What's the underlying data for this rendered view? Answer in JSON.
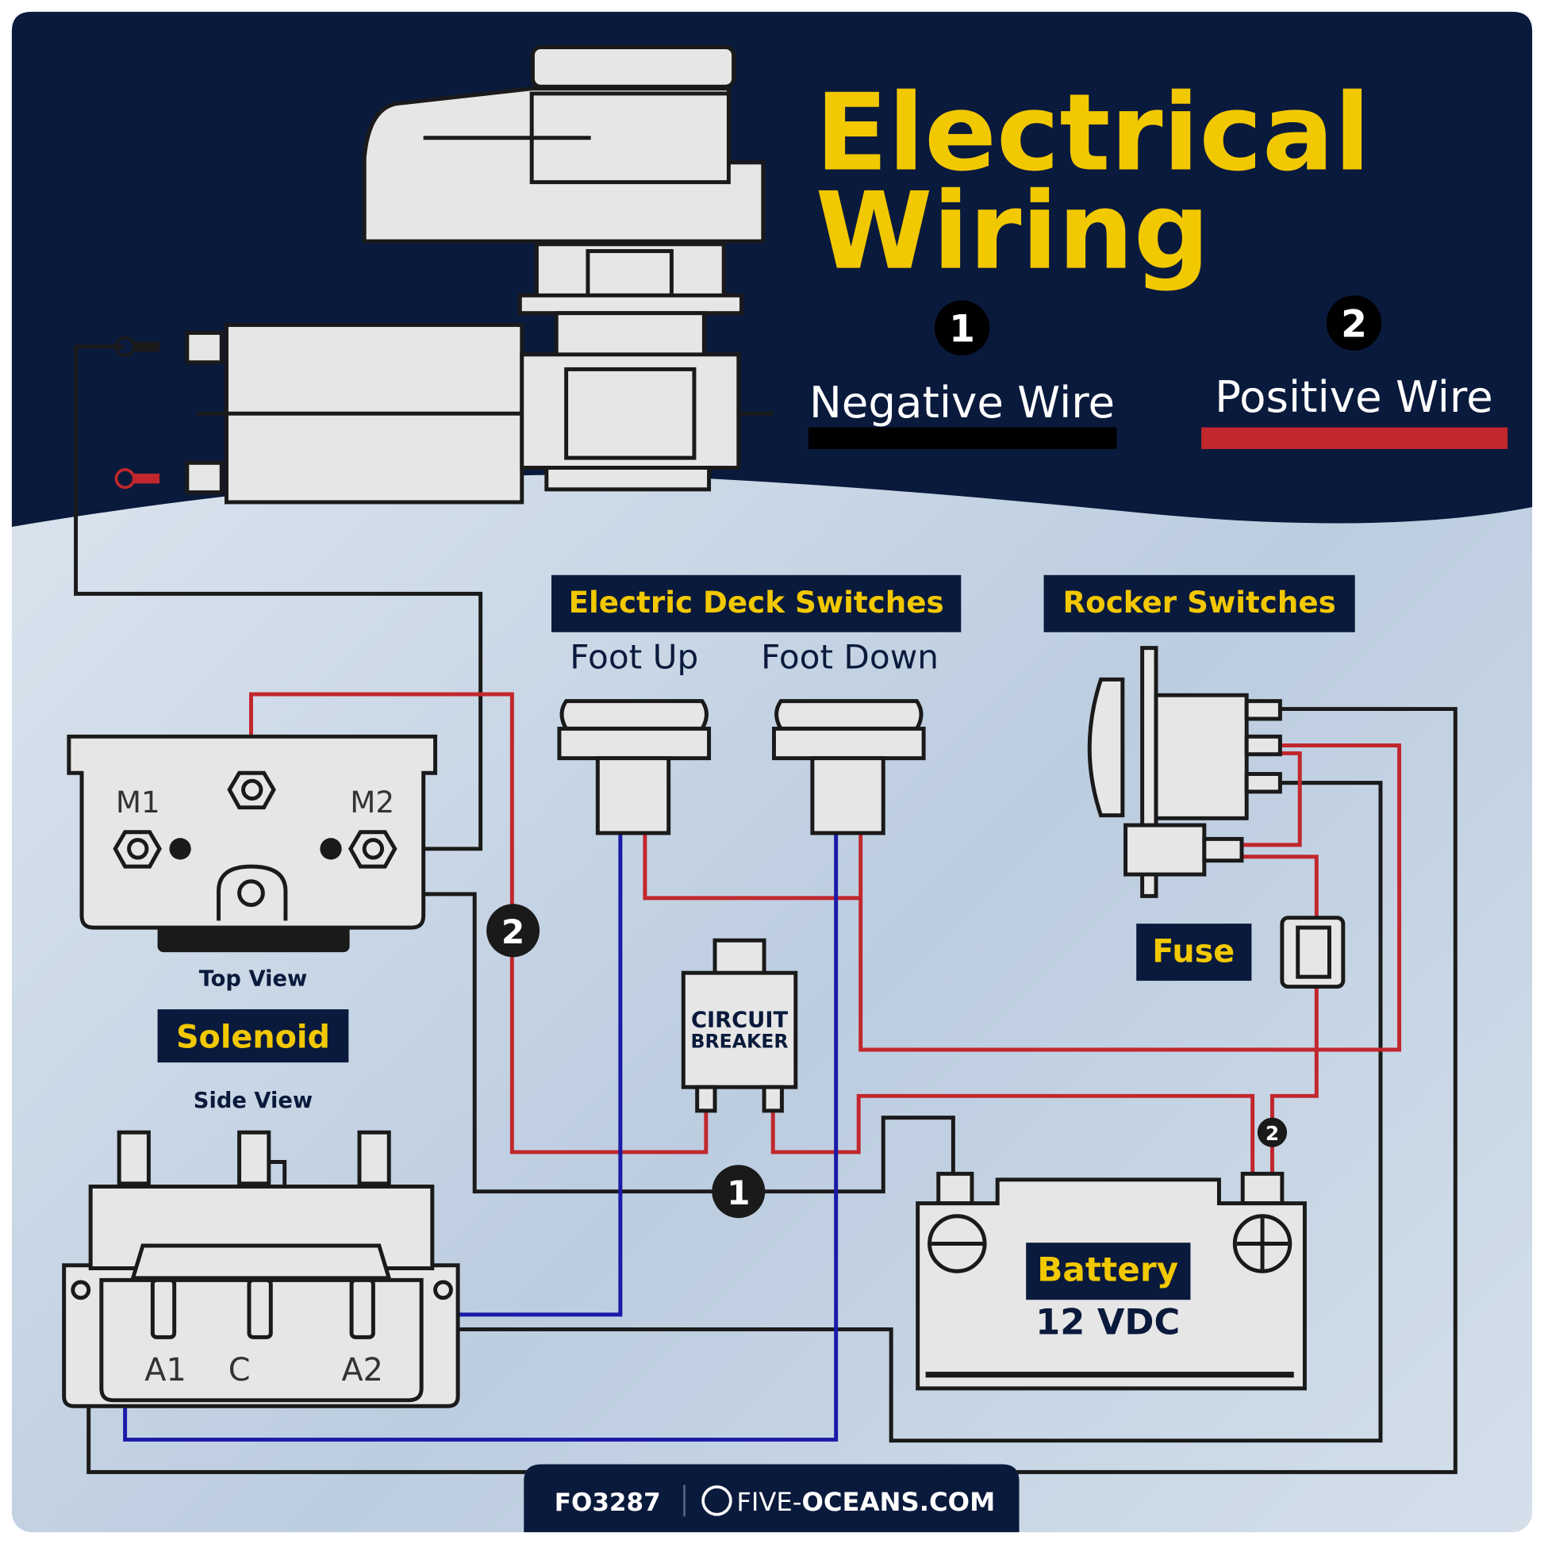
{
  "title_line1": "Electrical",
  "title_line2": "Wiring",
  "legend": [
    {
      "number": "1",
      "label": "Negative Wire",
      "color": "#000000"
    },
    {
      "number": "2",
      "label": "Positive Wire",
      "color": "#c1272d"
    }
  ],
  "sections": {
    "deck_switches": "Electric Deck Switches",
    "foot_up": "Foot Up",
    "foot_down": "Foot Down",
    "rocker_switches": "Rocker Switches",
    "fuse": "Fuse",
    "circuit_breaker_line1": "CIRCUIT",
    "circuit_breaker_line2": "BREAKER",
    "solenoid": "Solenoid",
    "top_view": "Top View",
    "side_view": "Side View",
    "m1": "M1",
    "m2": "M2",
    "a1": "A1",
    "c": "C",
    "a2": "A2",
    "battery": "Battery",
    "voltage": "12 VDC"
  },
  "markers": {
    "negative": "1",
    "positive": "2"
  },
  "footer": {
    "code": "FO3287",
    "site_prefix": "FIVE-",
    "site_main": "OCEANS.COM"
  },
  "colors": {
    "navy": "#0a1a3c",
    "yellow": "#f2c800",
    "red": "#c1272d",
    "blue": "#1a1aa8",
    "black": "#1a1a1a"
  }
}
